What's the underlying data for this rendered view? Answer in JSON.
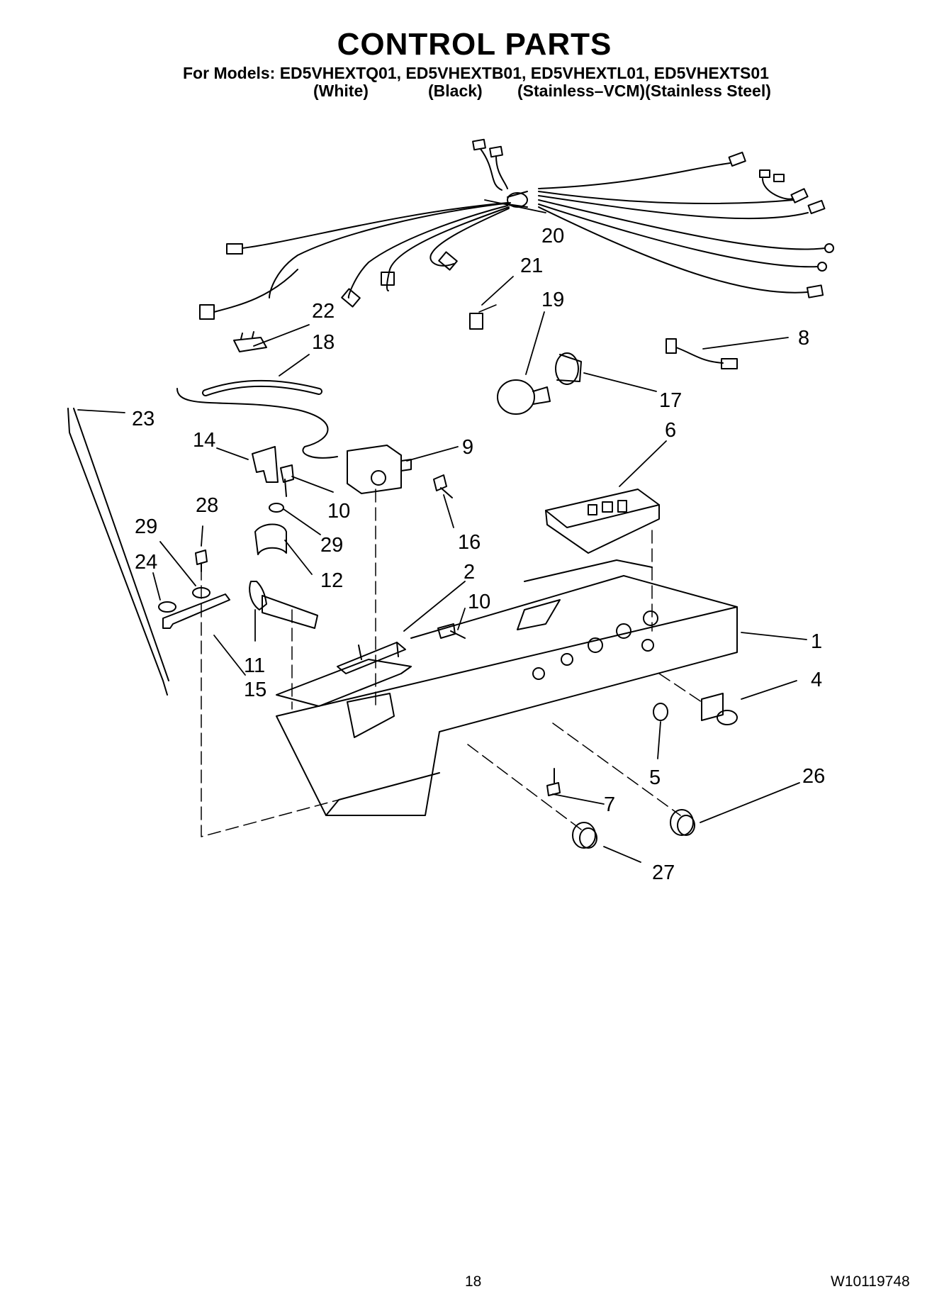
{
  "header": {
    "title": "CONTROL PARTS",
    "models_line": "For Models: ED5VHEXTQ01, ED5VHEXTB01, ED5VHEXTL01, ED5VHEXTS01",
    "variants": [
      "(White)",
      "(Black)",
      "(Stainless–VCM)(Stainless Steel)"
    ]
  },
  "callouts": [
    "20",
    "21",
    "22",
    "19",
    "18",
    "8",
    "17",
    "23",
    "14",
    "9",
    "6",
    "10",
    "28",
    "29",
    "16",
    "29",
    "24",
    "12",
    "2",
    "10",
    "1",
    "11",
    "15",
    "4",
    "5",
    "26",
    "7",
    "27"
  ],
  "footer": {
    "page_number": "18",
    "doc_number": "W10119748"
  }
}
